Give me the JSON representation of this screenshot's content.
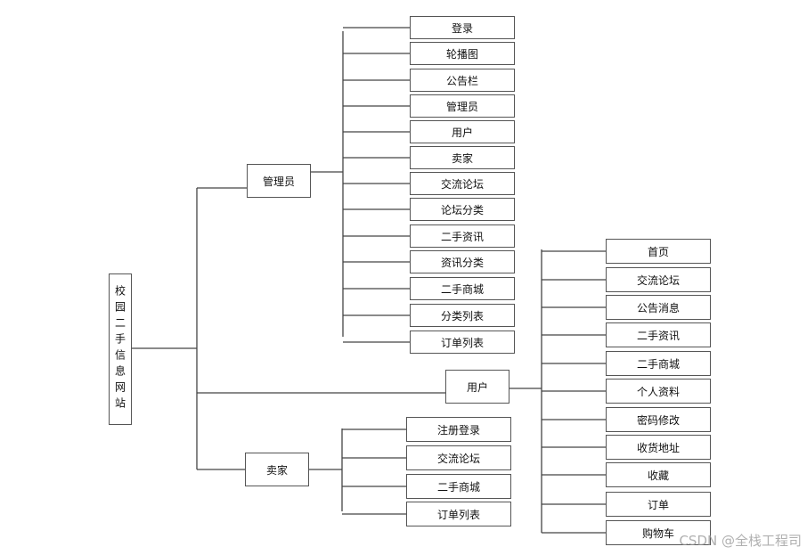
{
  "root": "校园二手信息网站",
  "roles": [
    {
      "label": "管理员",
      "children": [
        "登录",
        "轮播图",
        "公告栏",
        "管理员",
        "用户",
        "卖家",
        "交流论坛",
        "论坛分类",
        "二手资讯",
        "资讯分类",
        "二手商城",
        "分类列表",
        "订单列表"
      ]
    },
    {
      "label": "用户",
      "children": [
        "首页",
        "交流论坛",
        "公告消息",
        "二手资讯",
        "二手商城",
        "个人资料",
        "密码修改",
        "收货地址",
        "收藏",
        "订单",
        "购物车"
      ]
    },
    {
      "label": "卖家",
      "children": [
        "注册登录",
        "交流论坛",
        "二手商城",
        "订单列表"
      ]
    }
  ],
  "watermark": "CSDN @全栈工程司"
}
